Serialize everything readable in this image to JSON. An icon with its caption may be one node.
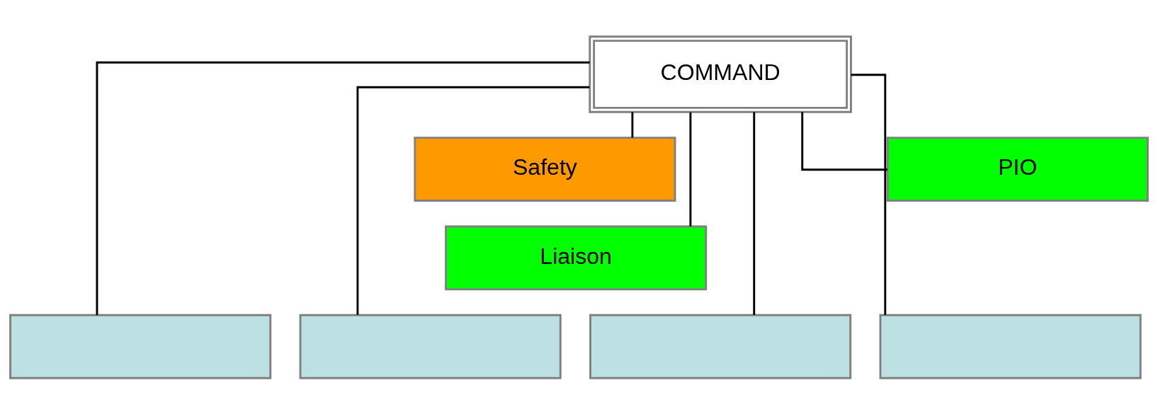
{
  "diagram": {
    "nodes": [
      {
        "text": [
          "COMMAND"
        ]
      },
      {
        "text": [
          "Safety"
        ]
      },
      {
        "text": [
          "PIO"
        ]
      },
      {
        "text": [
          "Liaison"
        ]
      },
      {
        "text": [],
        "shape": "box"
      },
      {
        "text": [],
        "shape": "box"
      },
      {
        "text": [],
        "shape": "box"
      },
      {
        "text": [],
        "shape": "box"
      }
    ],
    "edges": [
      {
        "from": 0,
        "to": 1,
        "arrow": "none"
      },
      {
        "from": 0,
        "to": 2,
        "arrow": "none"
      },
      {
        "from": 0,
        "to": 3,
        "arrow": "none"
      },
      {
        "from": 0,
        "to": 4,
        "arrow": "none"
      },
      {
        "from": 0,
        "to": 5,
        "arrow": "none"
      },
      {
        "from": 0,
        "to": 6,
        "arrow": "none"
      },
      {
        "from": 0,
        "to": 7,
        "arrow": "none"
      }
    ]
  }
}
